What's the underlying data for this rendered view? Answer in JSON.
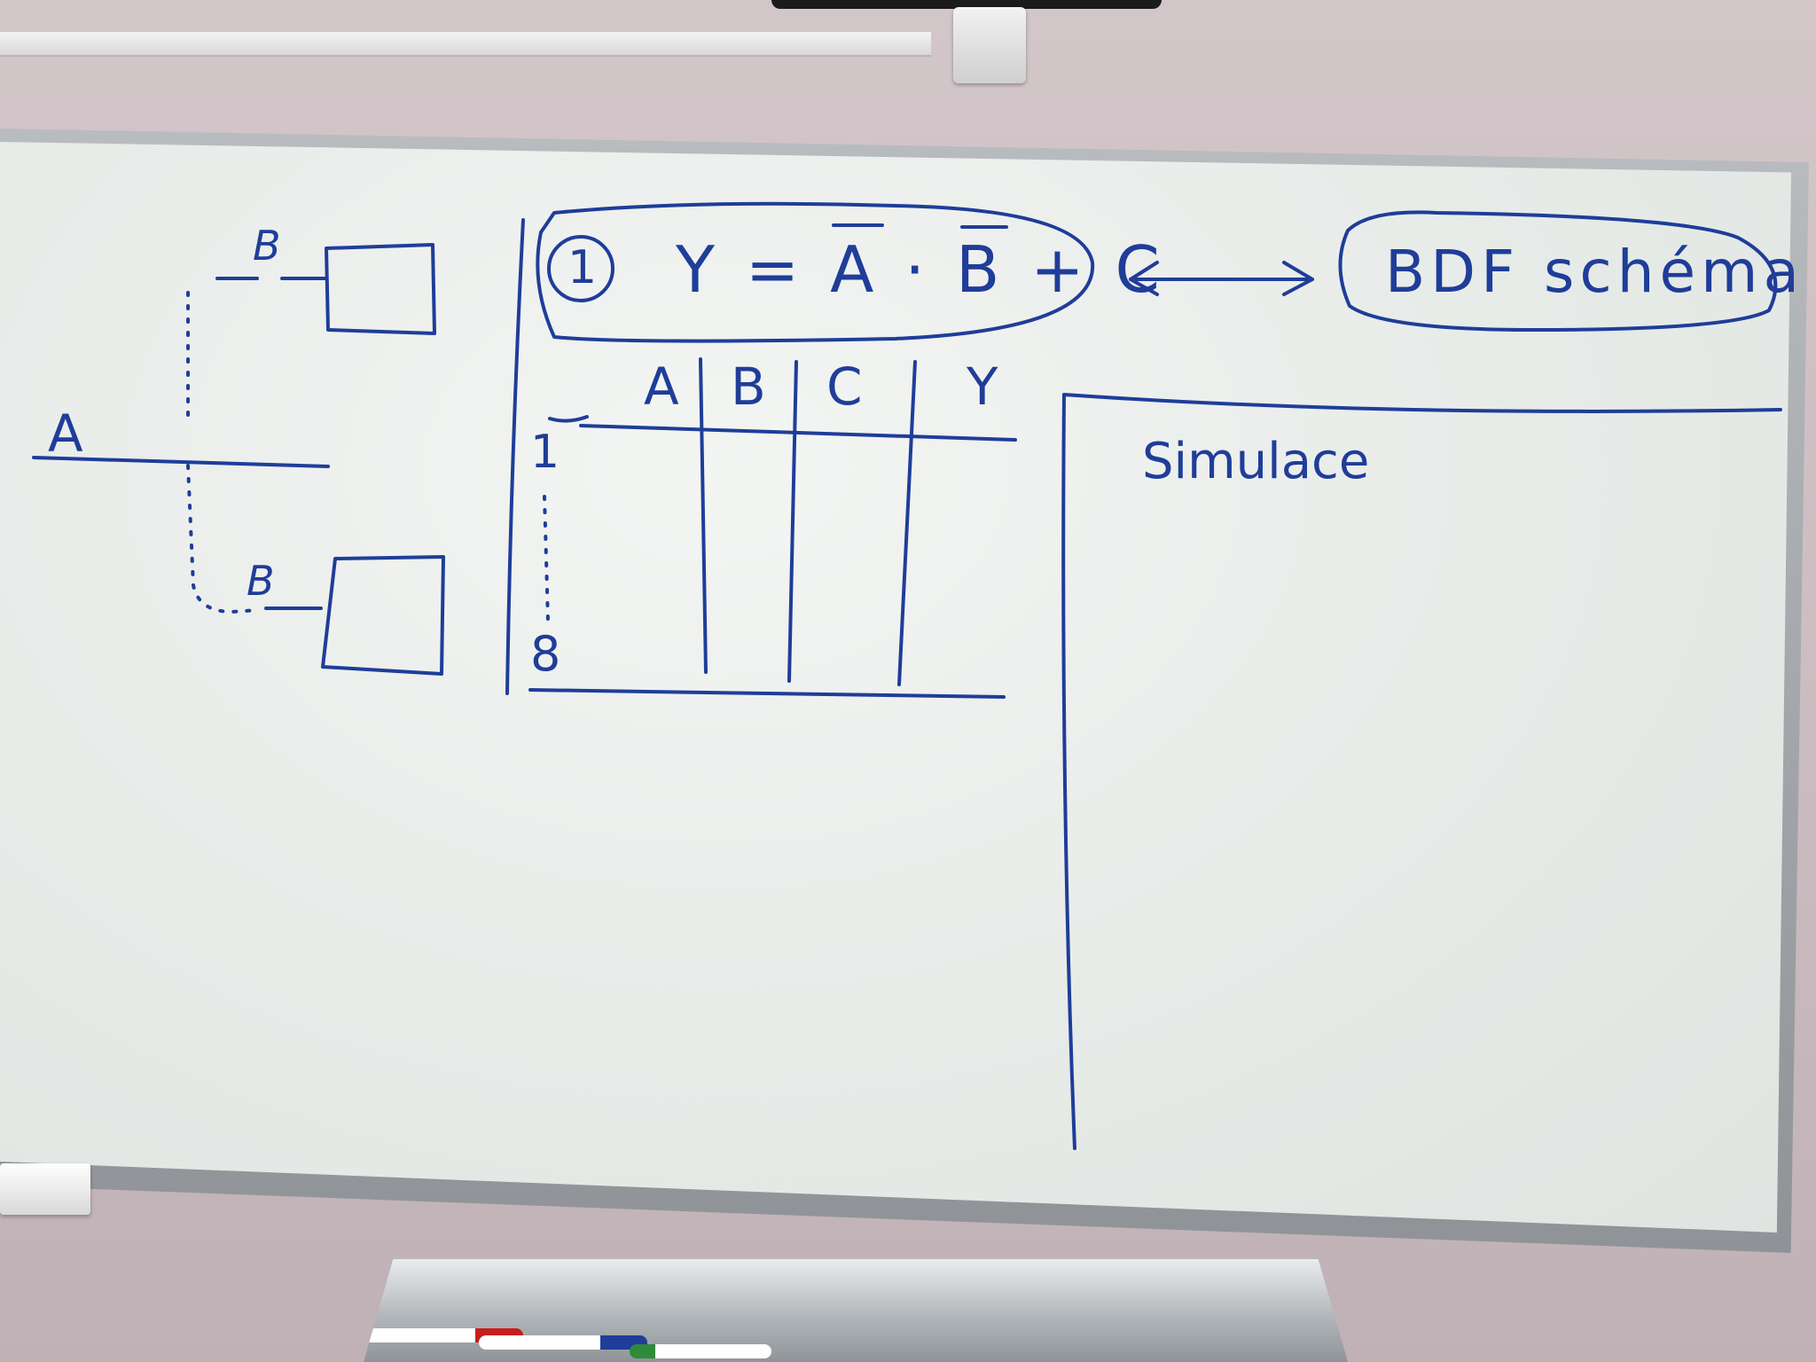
{
  "diagram": {
    "left": {
      "b_top": "B",
      "a": "A",
      "b_bottom": "B"
    },
    "equation": {
      "number": "1",
      "text": "Y = A · B + C"
    },
    "bdf": {
      "text": "BDF schéma"
    },
    "table": {
      "headers": [
        "A",
        "B",
        "C",
        "Y"
      ],
      "row_first": "1",
      "row_last": "8"
    },
    "simulation": {
      "label": "Simulace"
    }
  },
  "colors": {
    "ink": "#1f3d99",
    "board": "#eef1ee",
    "wall": "#cdbfc3"
  }
}
